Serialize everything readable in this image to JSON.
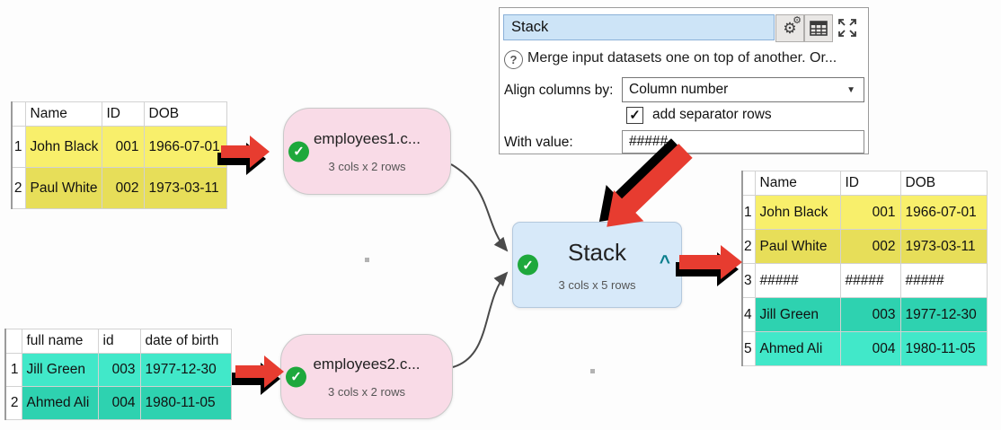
{
  "panel": {
    "name_value": "Stack",
    "help_text": "Merge input datasets one on top of another. Or...",
    "align_label": "Align columns by:",
    "align_value": "Column number",
    "separator_checkbox_label": "add separator rows",
    "separator_checked": true,
    "with_value_label": "With value:",
    "with_value": "#####"
  },
  "icons": {
    "gear": "⚙",
    "check": "✓",
    "caret_down": "▼",
    "help": "?"
  },
  "nodes": {
    "input1": {
      "title": "employees1.c...",
      "subtitle": "3 cols x 2 rows"
    },
    "input2": {
      "title": "employees2.c...",
      "subtitle": "3 cols x 2 rows"
    },
    "stack": {
      "title": "Stack",
      "subtitle": "3 cols x 5 rows",
      "caret": "^"
    }
  },
  "tables": {
    "input1": {
      "headers": [
        "Name",
        "ID",
        "DOB"
      ],
      "rows": [
        {
          "num": "1",
          "name": "John Black",
          "id": "001",
          "dob": "1966-07-01"
        },
        {
          "num": "2",
          "name": "Paul White",
          "id": "002",
          "dob": "1973-03-11"
        }
      ]
    },
    "input2": {
      "headers": [
        "full name",
        "id",
        "date of birth"
      ],
      "rows": [
        {
          "num": "1",
          "name": "Jill Green",
          "id": "003",
          "dob": "1977-12-30"
        },
        {
          "num": "2",
          "name": "Ahmed Ali",
          "id": "004",
          "dob": "1980-11-05"
        }
      ]
    },
    "output": {
      "headers": [
        "Name",
        "ID",
        "DOB"
      ],
      "rows": [
        {
          "num": "1",
          "name": "John Black",
          "id": "001",
          "dob": "1966-07-01"
        },
        {
          "num": "2",
          "name": "Paul White",
          "id": "002",
          "dob": "1973-03-11"
        },
        {
          "num": "3",
          "name": "#####",
          "id": "#####",
          "dob": "#####"
        },
        {
          "num": "4",
          "name": "Jill Green",
          "id": "003",
          "dob": "1977-12-30"
        },
        {
          "num": "5",
          "name": "Ahmed Ali",
          "id": "004",
          "dob": "1980-11-05"
        }
      ]
    }
  },
  "colors": {
    "yellow_bright": "#f8ef6b",
    "yellow_dark": "#e7de59",
    "teal_bright": "#41e8c9",
    "teal_dark": "#2ed2b0",
    "node_pink": "#f9dbe7",
    "node_blue": "#d7e9f9",
    "check_green": "#1ea83c",
    "arrow_red": "#e73c30",
    "name_input_blue": "#cde4f7",
    "caret_teal": "#0a7e8c"
  }
}
